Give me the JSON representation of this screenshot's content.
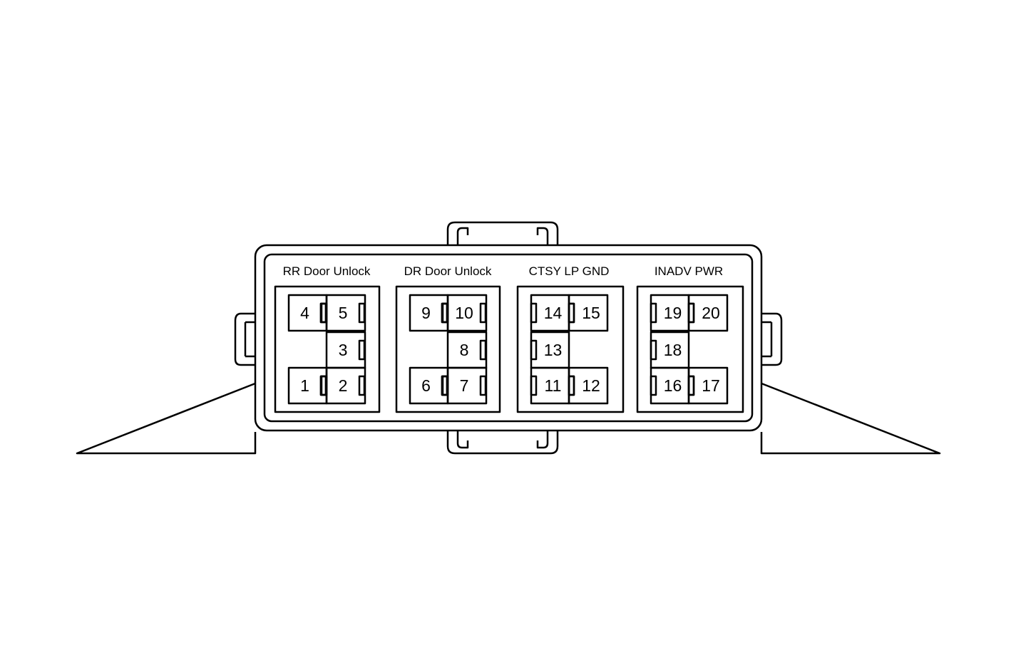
{
  "connector": {
    "groups": [
      {
        "label": "RR Door Unlock",
        "pins": [
          "4",
          "5",
          "3",
          "1",
          "2"
        ]
      },
      {
        "label": "DR Door Unlock",
        "pins": [
          "9",
          "10",
          "8",
          "6",
          "7"
        ]
      },
      {
        "label": "CTSY LP GND",
        "pins": [
          "14",
          "15",
          "13",
          "11",
          "12"
        ]
      },
      {
        "label": "INADV PWR",
        "pins": [
          "19",
          "20",
          "18",
          "16",
          "17"
        ]
      }
    ]
  }
}
